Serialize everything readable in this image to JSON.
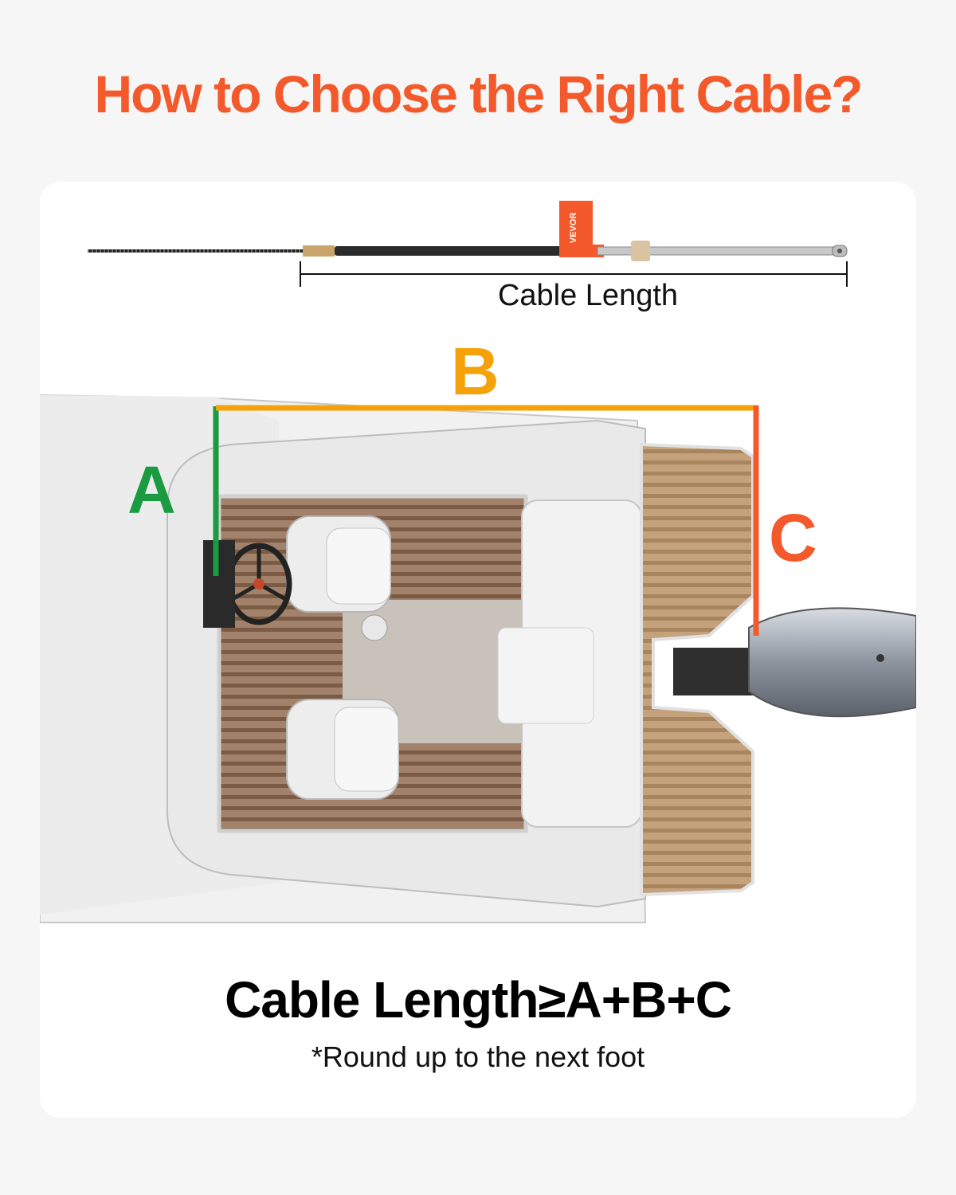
{
  "title": "How to Choose the Right Cable?",
  "cable": {
    "brand_tag": "VEVOR",
    "length_label": "Cable Length"
  },
  "dimensions": {
    "a": {
      "label": "A",
      "color": "#1a9a41"
    },
    "b": {
      "label": "B",
      "color": "#f5a20a"
    },
    "c": {
      "label": "C",
      "color": "#f4592b"
    }
  },
  "formula": "Cable Length≥A+B+C",
  "note": "*Round up to the next foot",
  "colors": {
    "accent": "#f4592b",
    "background": "#f6f6f6",
    "card": "#ffffff"
  }
}
